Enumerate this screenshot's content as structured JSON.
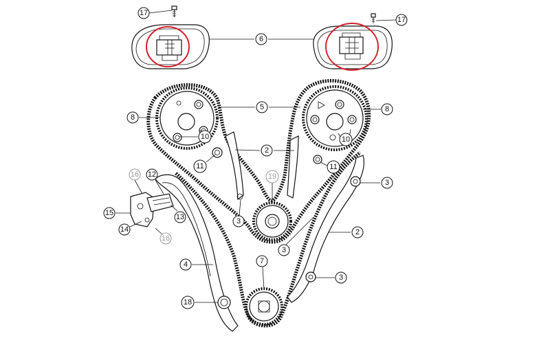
{
  "diagram": {
    "callouts": [
      {
        "id": "c17a",
        "label": "17"
      },
      {
        "id": "c17b",
        "label": "17"
      },
      {
        "id": "c6",
        "label": "6"
      },
      {
        "id": "c5",
        "label": "5"
      },
      {
        "id": "c8a",
        "label": "8"
      },
      {
        "id": "c8b",
        "label": "8"
      },
      {
        "id": "c10a",
        "label": "10"
      },
      {
        "id": "c10b",
        "label": "10"
      },
      {
        "id": "c2a",
        "label": "2"
      },
      {
        "id": "c2b",
        "label": "2"
      },
      {
        "id": "c11a",
        "label": "11"
      },
      {
        "id": "c11b",
        "label": "11"
      },
      {
        "id": "c3a",
        "label": "3"
      },
      {
        "id": "c3b",
        "label": "3"
      },
      {
        "id": "c3c",
        "label": "3"
      },
      {
        "id": "c3d",
        "label": "3"
      },
      {
        "id": "c16a",
        "label": "16"
      },
      {
        "id": "c16b",
        "label": "16"
      },
      {
        "id": "c12",
        "label": "12"
      },
      {
        "id": "c19",
        "label": "19"
      },
      {
        "id": "c15",
        "label": "15"
      },
      {
        "id": "c13",
        "label": "13"
      },
      {
        "id": "c14",
        "label": "14"
      },
      {
        "id": "c4",
        "label": "4"
      },
      {
        "id": "c7",
        "label": "7"
      },
      {
        "id": "c18",
        "label": "18"
      }
    ],
    "colors": {
      "line": "#111111",
      "highlight": "#d21f2b",
      "faded": "#9a9a9a",
      "background": "#ffffff"
    }
  }
}
